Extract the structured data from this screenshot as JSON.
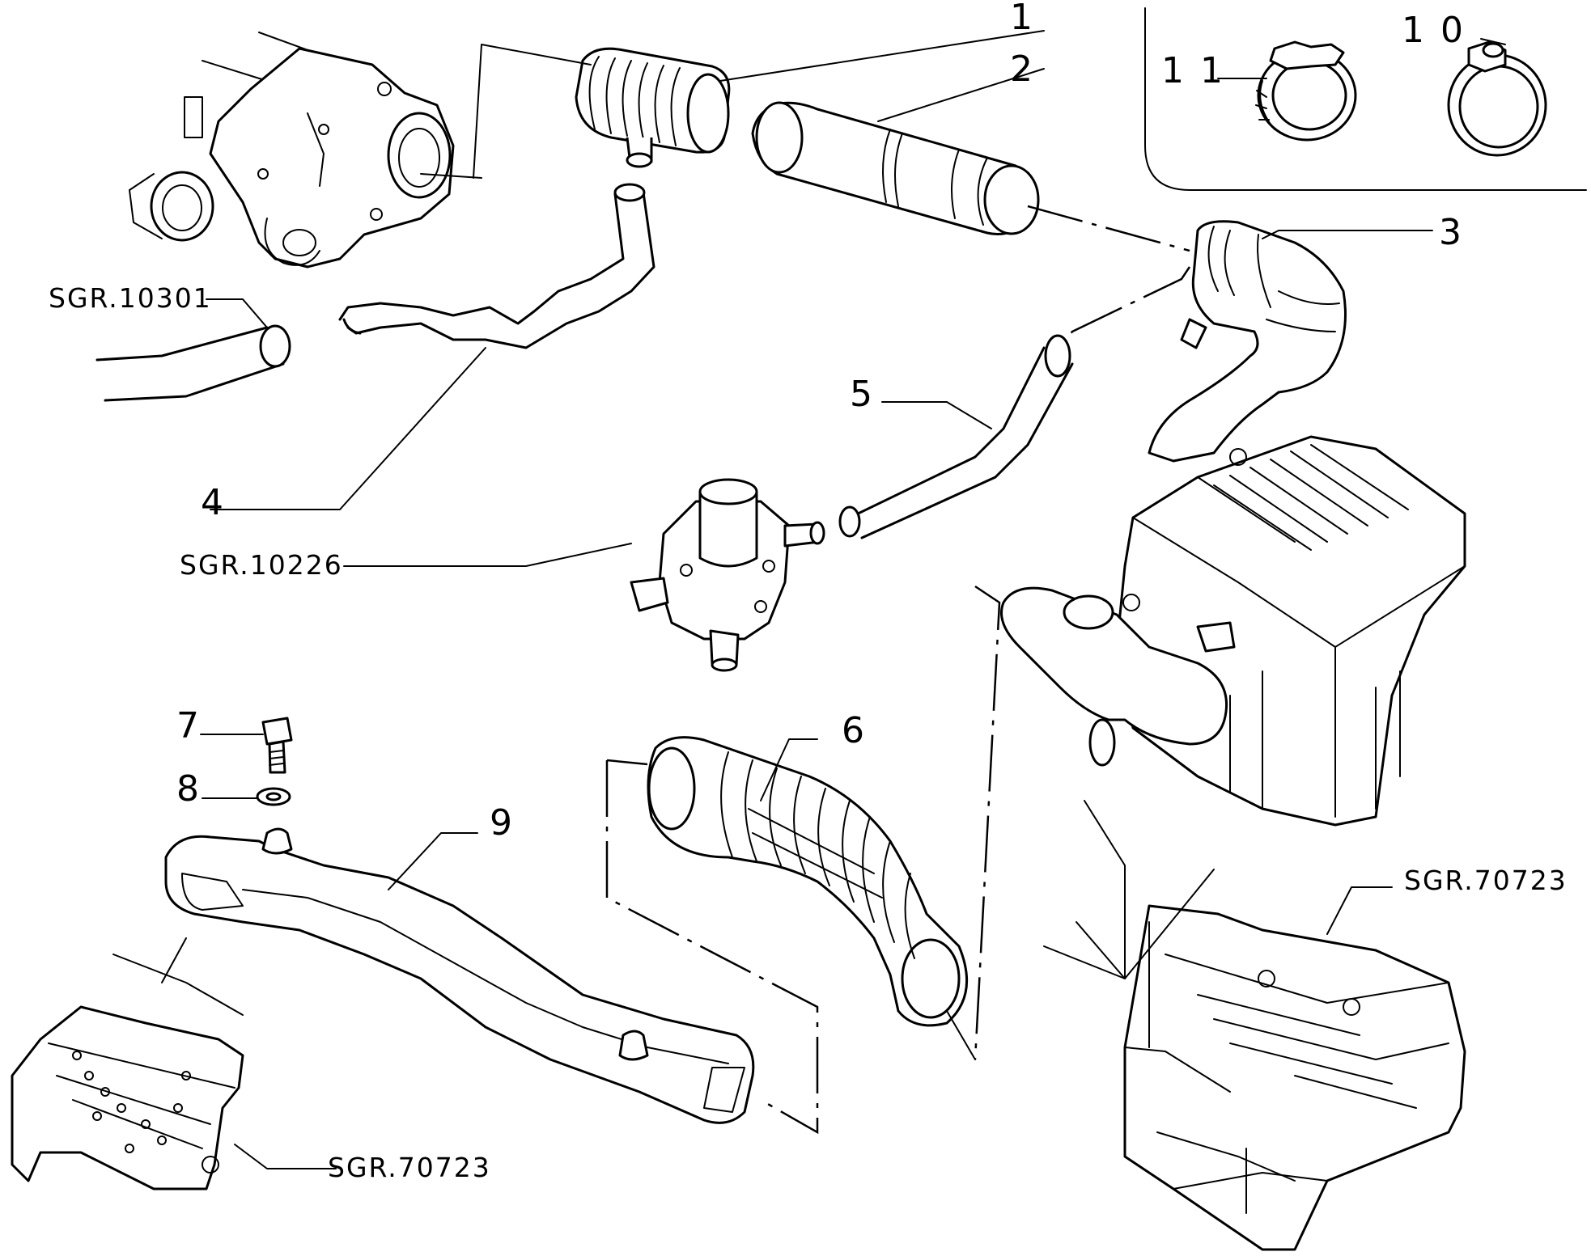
{
  "callouts": {
    "c1": "1",
    "c2": "2",
    "c3": "3",
    "c4": "4",
    "c5": "5",
    "c6": "6",
    "c7": "7",
    "c8": "8",
    "c9": "9",
    "c10": "1 0",
    "c11": "1 1"
  },
  "references": {
    "r10301": "SGR.10301",
    "r10226": "SGR.10226",
    "r70723_right": "SGR.70723",
    "r70723_bottom": "SGR.70723"
  }
}
